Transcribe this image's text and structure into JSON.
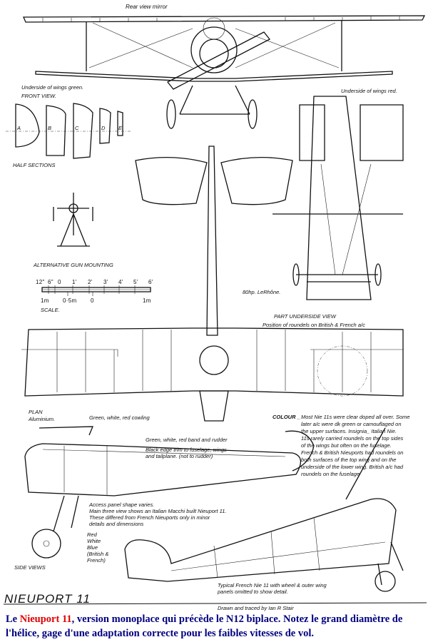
{
  "drawing": {
    "front_view": {
      "mirror_label": "Rear view mirror",
      "wings_green": "Underside of wings green.",
      "title": "FRONT VIEW."
    },
    "half_sections": {
      "letters": [
        "A",
        "B",
        "C",
        "D",
        "E"
      ],
      "title": "HALF SECTIONS"
    },
    "underside": {
      "wings_red": "Underside of wings red.",
      "engine": "80hp. LeRhône.",
      "title": "PART UNDERSIDE VIEW",
      "roundels": "Position of roundels on British & French a/c"
    },
    "gun": {
      "title": "ALTERNATIVE GUN MOUNTING"
    },
    "scale": {
      "imperial": [
        "12\"",
        "6\"",
        "0",
        "1'",
        "2'",
        "3'",
        "4'",
        "5'",
        "6'"
      ],
      "metric": [
        "1m",
        "0·5m",
        "0",
        "1m"
      ],
      "title": "SCALE."
    },
    "plan": {
      "title": "PLAN",
      "material": "Aluminium."
    },
    "notes": {
      "cowling": "Green, white, red cowling",
      "band": "Green, white, red band and rudder",
      "trim1": "Black edge trim to fuselage, wings",
      "trim2": "and tailplane. (not to rudder)",
      "colour_head": "COLOUR _",
      "colour": [
        "Most Nie 11s were clear doped all over. Some",
        "later a/c were dk green or camouflaged on",
        "the upper surfaces.  Insignia_ Italian Nie.",
        "11s rarely carried roundels on the top sides",
        "of the wings but often on the fuselage.",
        "French & British Nieuports had roundels on",
        "both surfaces of the top wing and on the",
        "underside of the lower wing. British a/c had",
        "roundels on the fuselage"
      ],
      "access": "Access panel shape varies.",
      "macchi": [
        "Main three view shows an Italian Macchi built Nieuport 11.",
        "These differed from French Nieuports only in minor",
        "details and dimensions"
      ],
      "rwb": [
        "Red",
        "White",
        "Blue",
        "(British &",
        "French)"
      ],
      "side_views": "SIDE VIEWS",
      "typical": [
        "Typical French Nie 11 with wheel & outer wing",
        "panels omitted to show detail."
      ]
    },
    "title": "NIEUPORT 11",
    "credit": "Drawn and traced by Ian R Stair"
  },
  "caption": {
    "prefix": "Le ",
    "highlight": "Nieuport 11",
    "text": ", version monoplace qui précède le N12 biplace. Notez le grand diamètre de l'hélice, gage d'une adaptation correcte pour les faibles vitesses de vol.",
    "highlight_color": "#e00000",
    "text_color": "#000080"
  }
}
